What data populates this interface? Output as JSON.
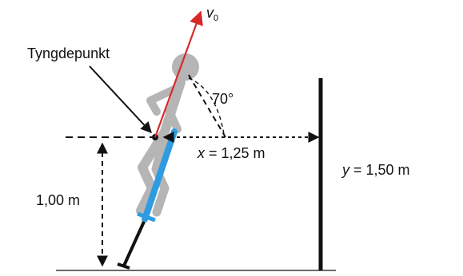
{
  "labels": {
    "velocity_symbol": "v",
    "velocity_subscript": "0",
    "center_of_mass": "Tyngdepunkt",
    "angle": "70°",
    "x_var": "x",
    "x_value": " = 1,25 m",
    "y_var": "y",
    "y_value": " = 1,50 m",
    "height": "1,00 m"
  },
  "colors": {
    "velocity_arrow": "#d62a2a",
    "pogo_stick": "#2f9be0",
    "figure": "#b5b5b5",
    "lines": "#111111"
  }
}
